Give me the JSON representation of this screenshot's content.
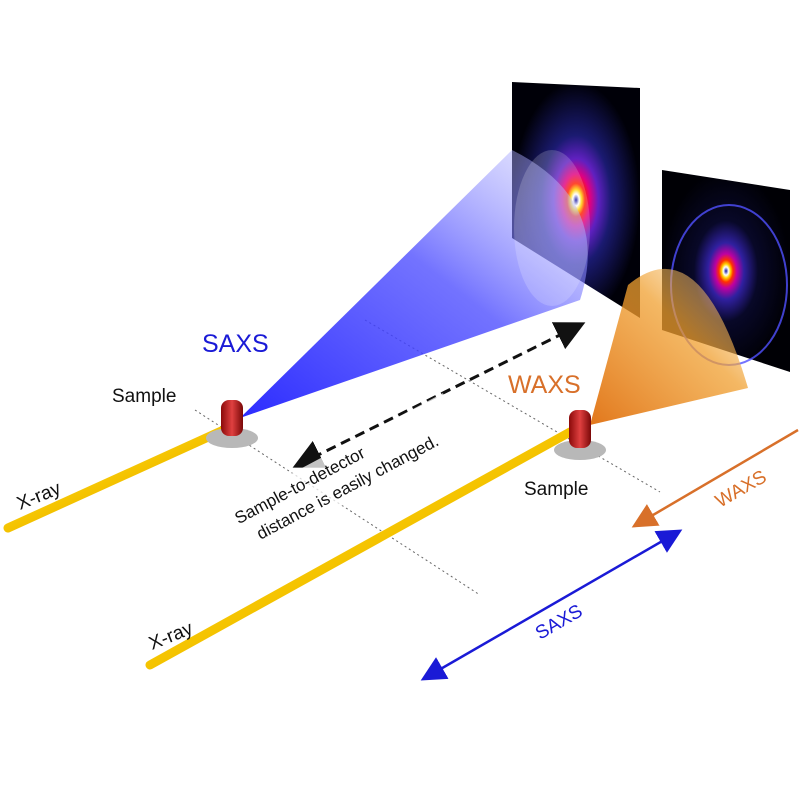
{
  "labels": {
    "saxs_title": "SAXS",
    "waxs_title": "WAXS",
    "sample_left": "Sample",
    "sample_right": "Sample",
    "xray_left": "X-ray",
    "xray_right": "X-ray",
    "distance_line1": "Sample-to-detector",
    "distance_line2": "distance is easily changed.",
    "saxs_range": "SAXS",
    "waxs_range": "WAXS"
  },
  "colors": {
    "saxs": "#1a1ad6",
    "waxs": "#d8702a",
    "saxs_cone": "#3a3aff",
    "waxs_cone": "#f0a030",
    "beam": "#f5c400",
    "sample": "#c02020"
  }
}
